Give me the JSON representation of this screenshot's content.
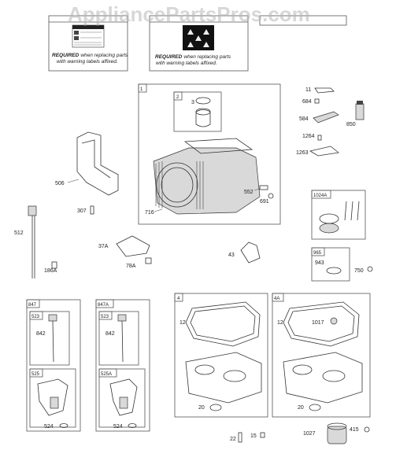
{
  "watermark": "AppliancePartsPros.com",
  "labels": {
    "warning_label": {
      "header": "",
      "required": "REQUIRED",
      "line1": "when replacing parts",
      "line2": "with warning labels affixed."
    },
    "warning_label_2": {
      "header": "",
      "required": "REQUIRED",
      "line1": "when replacing parts",
      "line2": "with warning labels affixed."
    },
    "emissions_label": {
      "header": ""
    }
  },
  "assemblies": {
    "cylinder": "1",
    "piston_kit": "2",
    "crankcase_4": "4",
    "crankcase_4a": "4A",
    "dipstick_847": "847",
    "dipstick_847a": "847A",
    "ring_set": "1024A",
    "kit_965": "965",
    "tube_523": "523",
    "tube_523b": "523",
    "fill_525": "525",
    "fill_525a": "525A"
  },
  "parts": {
    "p11": "11",
    "p684": "684",
    "p584": "584",
    "p850": "850",
    "p1264": "1264",
    "p1263": "1263",
    "p3": "3",
    "p506": "506",
    "p307": "307",
    "p552": "552",
    "p691": "691",
    "p716": "716",
    "p512": "512",
    "p186a": "186A",
    "p37a": "37A",
    "p78a": "78A",
    "p43": "43",
    "p943": "943",
    "p750": "750",
    "p842a": "842",
    "p524a": "524",
    "p842b": "842",
    "p524b": "524",
    "p12a": "12",
    "p20a": "20",
    "p12b": "12",
    "p1017": "1017",
    "p20b": "20",
    "p22": "22",
    "p15": "15",
    "p1027": "1027",
    "p415": "415"
  }
}
